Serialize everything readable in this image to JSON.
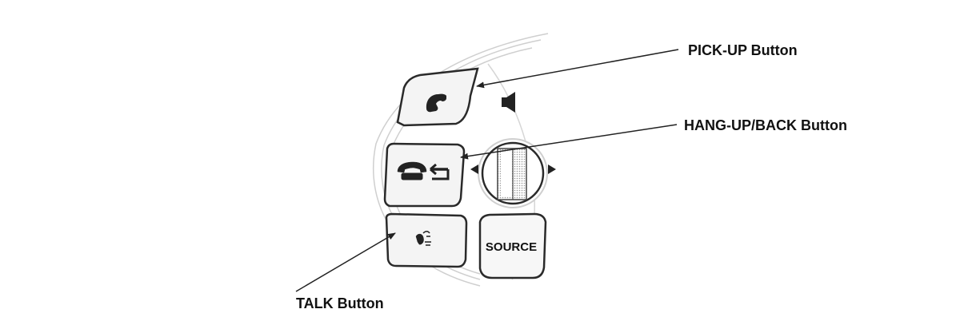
{
  "callouts": {
    "pickup": "PICK-UP Button",
    "hangup": "HANG-UP/BACK Button",
    "talk": "TALK Button"
  },
  "panel": {
    "source_label": "SOURCE"
  },
  "icons": [
    "handset-icon",
    "hangup-back-icon",
    "talk-icon",
    "speaker-icon",
    "arrow-left-icon",
    "arrow-right-icon"
  ],
  "colors": {
    "line": "#444444",
    "button_fill": "#f4f4f4",
    "button_stroke": "#2a2a2a",
    "panel_stroke": "#c9c9c9",
    "icon": "#222222",
    "text": "#111111"
  }
}
